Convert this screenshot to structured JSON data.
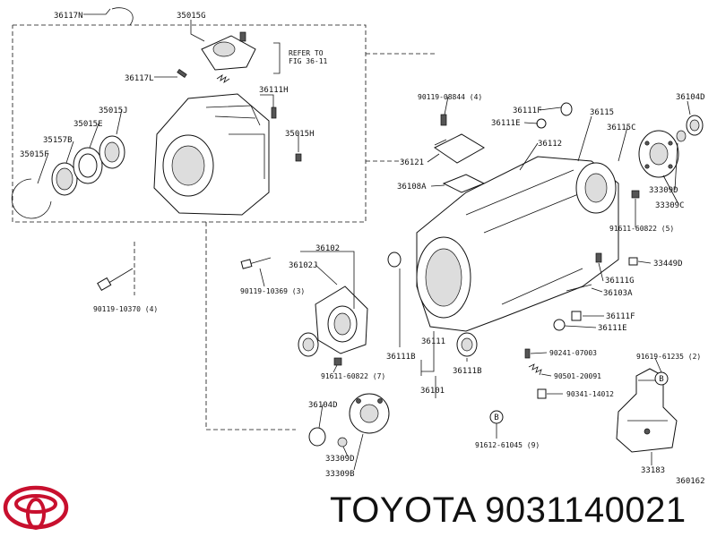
{
  "labels": {
    "l36117N": "36117N",
    "l35015G": "35015G",
    "lRefer": "REFER TO",
    "lFig": "FIG 36-11",
    "l36117L": "36117L",
    "l36111H_a": "36111H",
    "l35015J": "35015J",
    "l35015E": "35015E",
    "l35157B": "35157B",
    "l35015F": "35015F",
    "l35015H": "35015H",
    "l36102": "36102",
    "l36102J": "36102J",
    "l90119_10369": "90119-10369 (3)",
    "l90119_10370": "90119-10370 (4)",
    "l91611_60822_7": "91611-60822 (7)",
    "l36104D_b": "36104D",
    "l33309D_b": "33309D",
    "l33309B": "33309B",
    "l90119_08844": "90119-08844 (4)",
    "l36111F_a": "36111F",
    "l36111E_a": "36111E",
    "l36121": "36121",
    "l36108A": "36108A",
    "l36115": "36115",
    "l36112": "36112",
    "l36115C": "36115C",
    "l36104D_a": "36104D",
    "l33309D_a": "33309D",
    "l33309C": "33309C",
    "l91611_60822_5": "91611-60822 (5)",
    "l33449D": "33449D",
    "l36111G": "36111G",
    "l36103A": "36103A",
    "l36111F_b": "36111F",
    "l36111E_b": "36111E",
    "l90241_07003": "90241-07003",
    "l91619_61235": "91619-61235 (2)",
    "l90501_20091": "90501-20091",
    "l90341_14012": "90341-14012",
    "l36111": "36111",
    "l36111B_a": "36111B",
    "l36111B_b": "36111B",
    "l36101": "36101",
    "l91612_61045": "91612-61045 (9)",
    "l33183": "33183",
    "l360162": "360162",
    "circB1": "B",
    "circB2": "B"
  },
  "footer": {
    "brand_text": "TOYOTA 9031140021",
    "logo_name": "toyota-logo"
  },
  "colors": {
    "ink": "#111111",
    "logo": "#c8102e"
  }
}
